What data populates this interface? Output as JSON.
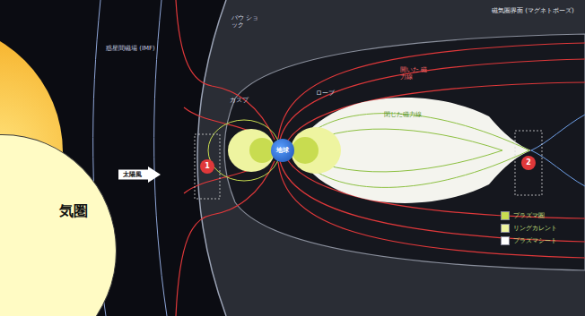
{
  "diagram": {
    "nodes": [
      {
        "text": [
          "太陽風"
        ]
      },
      {
        "text": [
          "地球"
        ]
      },
      {
        "text": [
          "気圏"
        ]
      },
      {
        "text": [
          "1"
        ]
      },
      {
        "text": [
          "2"
        ]
      }
    ],
    "labels": [
      "惑星間磁場 (IMF)",
      "バウ ショック",
      "カスプ",
      "ローブ",
      "開いた 磁力線",
      "閉じた磁力線",
      "磁気圏界面 (マグネトポーズ)"
    ],
    "legend": [
      {
        "text": "プラズマ圏",
        "color": "#c8dc50"
      },
      {
        "text": "リングカレント",
        "color": "#eef4a0"
      },
      {
        "text": "プラズマシート",
        "color": "#ffffff"
      }
    ]
  }
}
